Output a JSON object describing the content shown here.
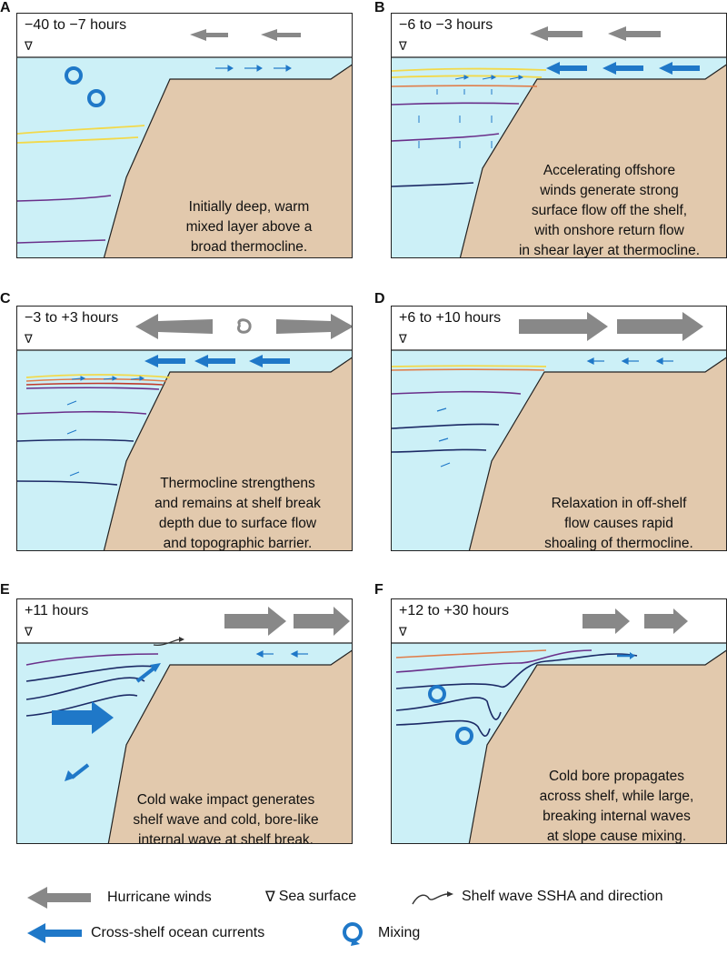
{
  "panels": [
    {
      "letter": "A",
      "time": "−40 to −7 hours",
      "caption": [
        "Initially deep, warm",
        "mixed  layer above a",
        "broad thermocline."
      ]
    },
    {
      "letter": "B",
      "time": "−6 to −3 hours",
      "caption": [
        "Accelerating offshore",
        "winds generate strong",
        "surface flow off the shelf,",
        "with onshore return flow",
        "in shear layer at thermocline."
      ]
    },
    {
      "letter": "C",
      "time": "−3 to +3 hours",
      "caption": [
        "Thermocline strengthens",
        "and remains at shelf break",
        "depth due to surface flow",
        "and topographic barrier."
      ]
    },
    {
      "letter": "D",
      "time": "+6 to +10 hours",
      "caption": [
        "Relaxation in off-shelf",
        "flow causes rapid",
        "shoaling of thermocline."
      ]
    },
    {
      "letter": "E",
      "time": "+11 hours",
      "caption": [
        "Cold wake impact generates",
        "shelf wave and cold, bore-like",
        "internal wave at shelf break."
      ]
    },
    {
      "letter": "F",
      "time": "+12 to +30 hours",
      "caption": [
        "Cold bore propagates",
        "across shelf, while large,",
        "breaking internal waves",
        "at slope cause mixing."
      ]
    }
  ],
  "sea_surface_symbol": "∇",
  "legend": {
    "hurricane_winds": "Hurricane winds",
    "sea_surface": "Sea surface",
    "shelf_wave": "Shelf wave SSHA and direction",
    "currents": "Cross-shelf ocean currents",
    "mixing": "Mixing"
  },
  "colors": {
    "water": "#ccf0f7",
    "land": "#e2c9ad",
    "current": "#1f78c8",
    "wind": "#8a8a8a",
    "thermocline_warm": "#f2d94a",
    "thermocline_mid": "#e07d4a",
    "thermocline_cool": "#6a2f8a",
    "thermocline_deep": "#1c2a66"
  }
}
